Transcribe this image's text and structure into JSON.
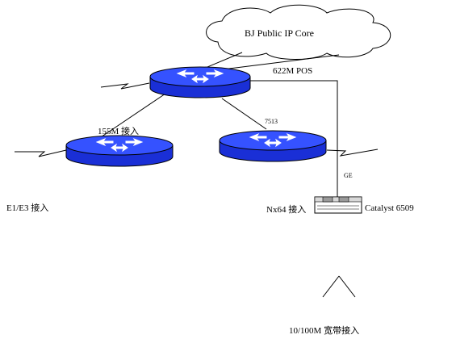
{
  "cloud": {
    "label": "BJ Public IP Core"
  },
  "links": {
    "pos": "622M POS",
    "stm1": "155M 接入",
    "router_model": "7513",
    "ge": "GE"
  },
  "access": {
    "e1e3": "E1/E3 接入",
    "nx64": "Nx64  接入",
    "broadband": "10/100M 宽带接入"
  },
  "switch": {
    "label": "Catalyst 6509"
  },
  "colors": {
    "router_fill": "#1f3bff",
    "router_top": "#3b5bff",
    "line": "#000000"
  },
  "icons": [
    "cloud-icon",
    "router-icon",
    "switch-icon",
    "lightning-icon",
    "fanout-icon"
  ]
}
